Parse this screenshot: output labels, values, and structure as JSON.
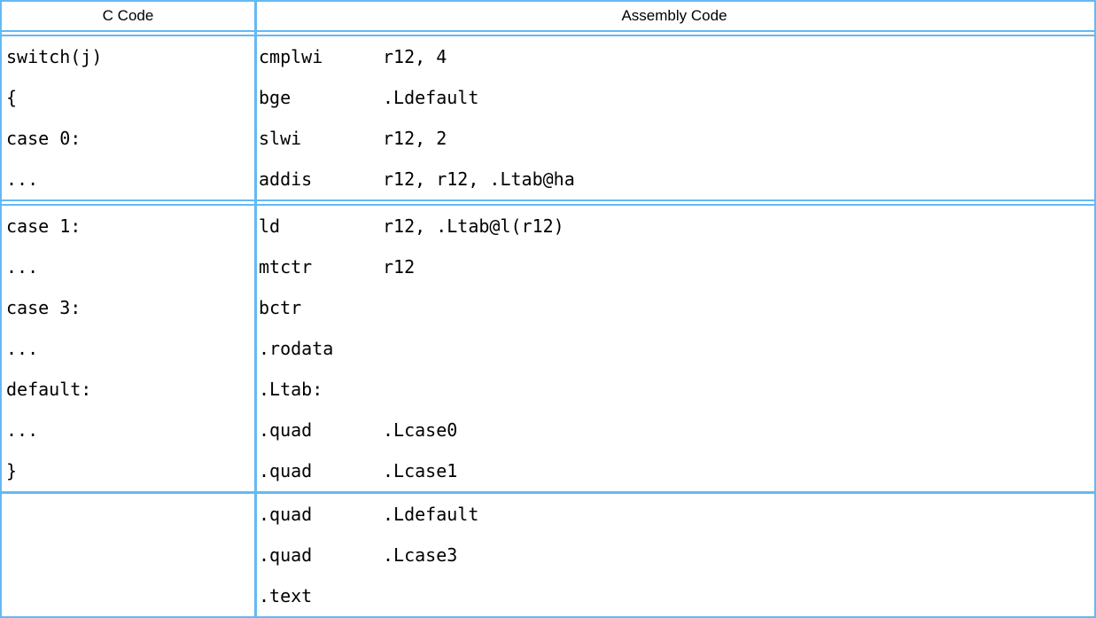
{
  "colors": {
    "border_blue": "#64b9f4",
    "text": "#000000",
    "background": "#ffffff"
  },
  "table": {
    "header": {
      "c": "C Code",
      "asm": "Assembly Code"
    },
    "groups": [
      {
        "rows": [
          {
            "c": "switch(j)",
            "op": "cmplwi",
            "args": "r12, 4"
          },
          {
            "c": "{",
            "op": "bge",
            "args": ".Ldefault"
          },
          {
            "c": "case 0:",
            "op": "slwi",
            "args": "r12, 2"
          },
          {
            "c": "...",
            "op": "addis",
            "args": "r12, r12, .Ltab@ha"
          }
        ]
      },
      {
        "rows": [
          {
            "c": "case 1:",
            "op": "ld",
            "args": "r12, .Ltab@l(r12)"
          },
          {
            "c": "...",
            "op": "mtctr",
            "args": "r12"
          },
          {
            "c": "case 3:",
            "op": "bctr",
            "args": ""
          },
          {
            "c": "...",
            "op": ".rodata",
            "args": ""
          },
          {
            "c": "default:",
            "op": ".Ltab:",
            "args": ""
          },
          {
            "c": "...",
            "op": ".quad",
            "args": ".Lcase0"
          },
          {
            "c": "}",
            "op": ".quad",
            "args": ".Lcase1"
          }
        ]
      },
      {
        "rows": [
          {
            "c": "",
            "op": ".quad",
            "args": ".Ldefault"
          },
          {
            "c": "",
            "op": ".quad",
            "args": ".Lcase3"
          },
          {
            "c": "",
            "op": ".text",
            "args": ""
          }
        ]
      }
    ]
  }
}
